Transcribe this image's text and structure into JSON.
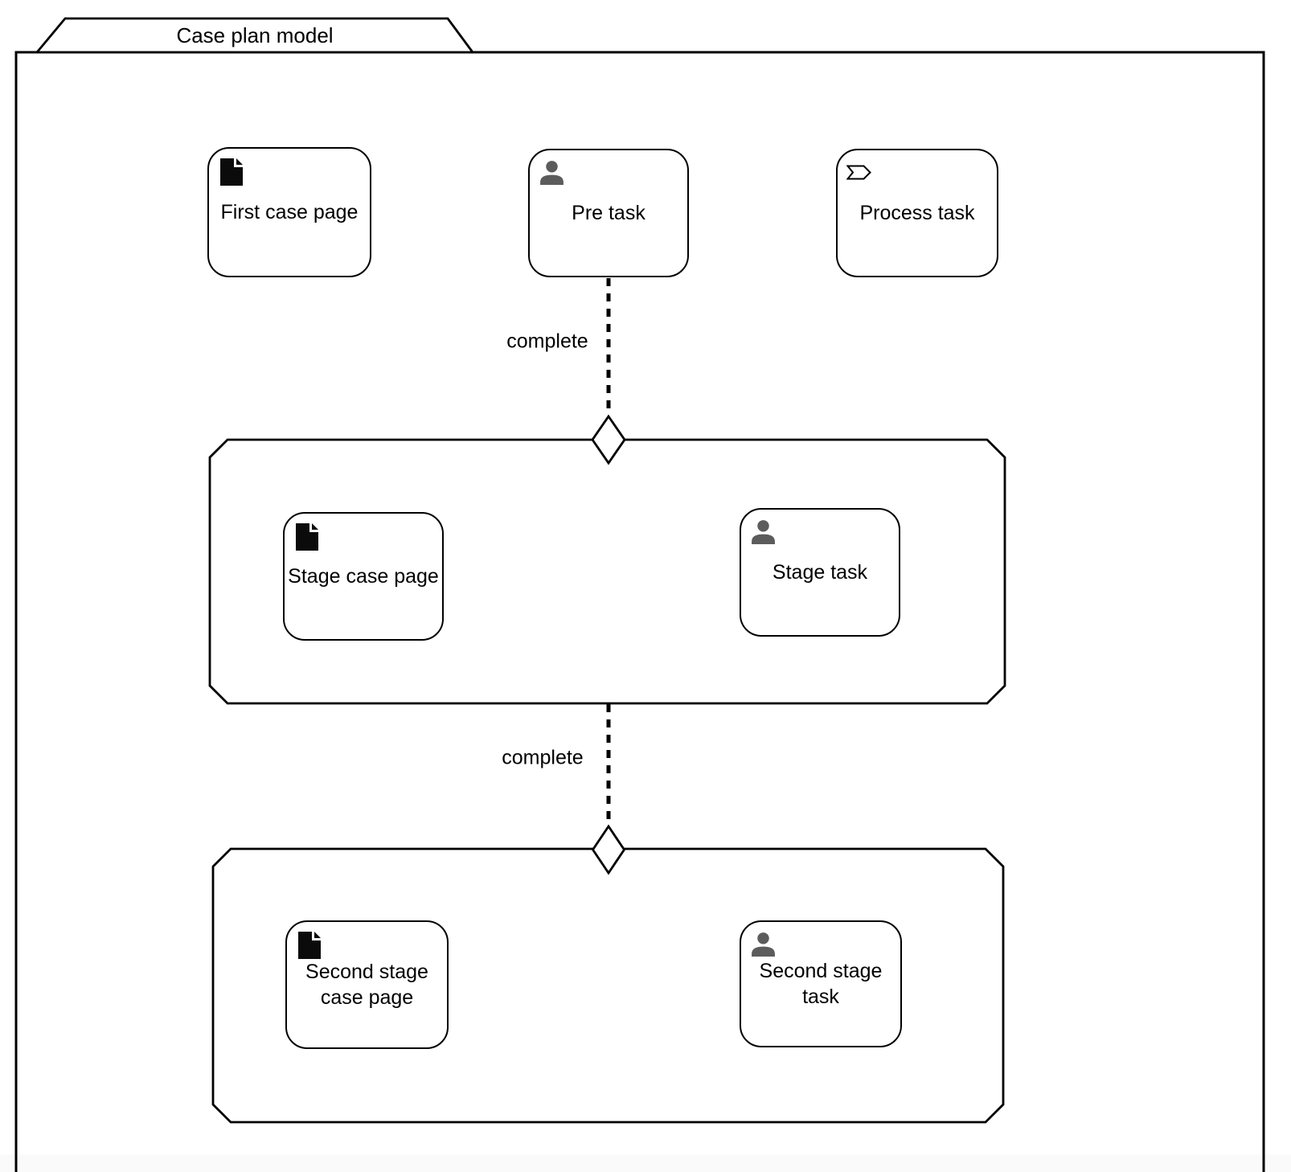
{
  "case_plan": {
    "title": "Case plan model"
  },
  "plan_items": {
    "first_case_page": {
      "label": "First case page",
      "icon": "case-page-document-icon"
    },
    "pre_task": {
      "label": "Pre task",
      "icon": "user-icon"
    },
    "process_task": {
      "label": "Process task",
      "icon": "process-chevron-icon"
    },
    "stage_1": {
      "stage_case_page": {
        "label": "Stage case page",
        "icon": "case-page-document-icon"
      },
      "stage_task": {
        "label": "Stage task",
        "icon": "user-icon"
      }
    },
    "stage_2": {
      "second_stage_case_page": {
        "label": "Second stage case page",
        "icon": "case-page-document-icon"
      },
      "second_stage_task": {
        "label": "Second stage task",
        "icon": "user-icon"
      }
    }
  },
  "connectors": {
    "pre_task_to_stage_1": {
      "label": "complete",
      "style": "dashed",
      "marker": "diamond"
    },
    "stage_1_to_stage_2": {
      "label": "complete",
      "style": "dashed",
      "marker": "diamond"
    }
  },
  "colors": {
    "stroke": "#000000",
    "node_fill": "#ffffff",
    "user_icon": "#5c5c5c",
    "document_icon": "#0b0b0b"
  }
}
